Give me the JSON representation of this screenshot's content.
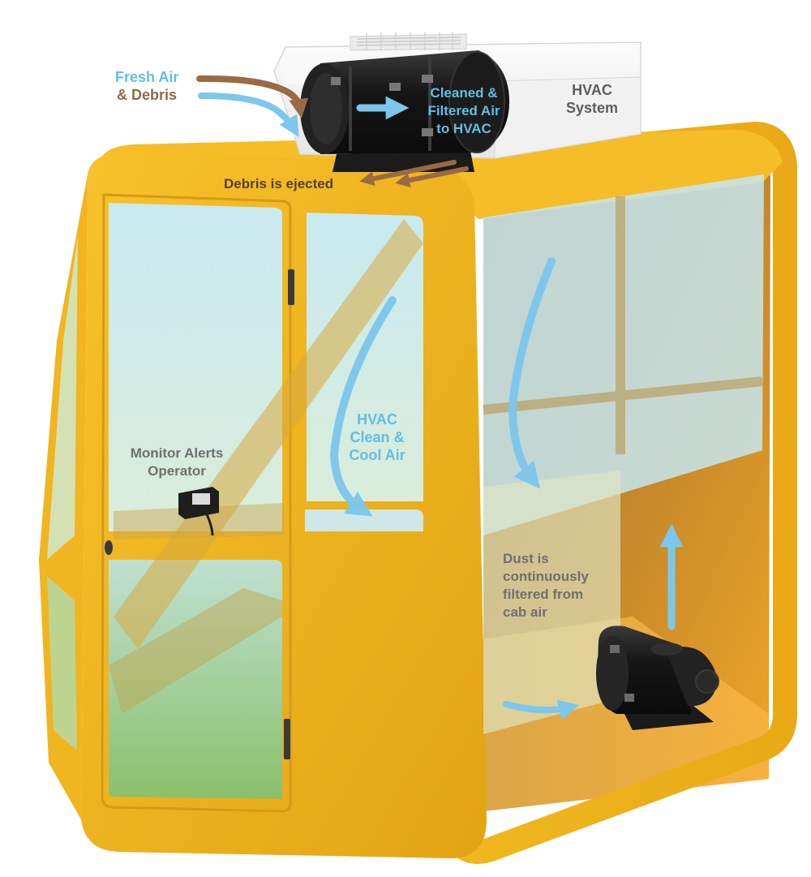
{
  "labels": {
    "fresh_air": [
      "Fresh Air",
      "& Debris"
    ],
    "cleaned": [
      "Cleaned &",
      "Filtered Air",
      "to HVAC"
    ],
    "hvac_system": [
      "HVAC",
      "System"
    ],
    "debris_ejected": "Debris is ejected",
    "hvac_clean": [
      "HVAC",
      "Clean &",
      "Cool Air"
    ],
    "monitor": [
      "Monitor Alerts",
      "Operator"
    ],
    "dust": [
      "Dust is",
      "continuously",
      "filtered from",
      "cab air"
    ]
  },
  "colors": {
    "cab_yellow": "#f2b41c",
    "cab_shadow": "#c98d14",
    "glass": "#bfe3ee",
    "air_arrow": "#7cc7ec",
    "debris_arrow": "#9a6a43",
    "hvac_unit": "#f4f4f4",
    "filter_black": "#1d1d1d"
  },
  "icons": [
    "precleaner-filter-icon",
    "hvac-unit-icon",
    "monitor-device-icon",
    "recirculation-filter-icon"
  ]
}
